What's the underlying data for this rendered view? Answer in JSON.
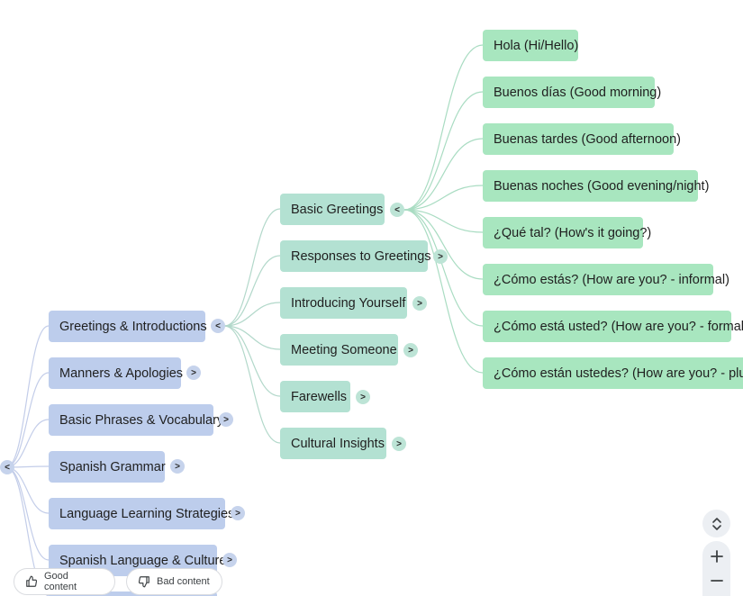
{
  "root": {
    "toggle": "<"
  },
  "level1": [
    {
      "label": "Greetings & Introductions",
      "toggle": "<"
    },
    {
      "label": "Manners & Apologies",
      "toggle": ">"
    },
    {
      "label": "Basic Phrases & Vocabulary",
      "toggle": ">"
    },
    {
      "label": "Spanish Grammar",
      "toggle": ">"
    },
    {
      "label": "Language Learning Strategies",
      "toggle": ">"
    },
    {
      "label": "Spanish Language & Culture",
      "toggle": ">"
    }
  ],
  "level2": [
    {
      "label": "Basic Greetings",
      "toggle": "<"
    },
    {
      "label": "Responses to Greetings",
      "toggle": ">"
    },
    {
      "label": "Introducing Yourself",
      "toggle": ">"
    },
    {
      "label": "Meeting Someone",
      "toggle": ">"
    },
    {
      "label": "Farewells",
      "toggle": ">"
    },
    {
      "label": "Cultural Insights",
      "toggle": ">"
    }
  ],
  "level3": [
    {
      "label": "Hola (Hi/Hello)"
    },
    {
      "label": "Buenos días (Good morning)"
    },
    {
      "label": "Buenas tardes (Good afternoon)"
    },
    {
      "label": "Buenas noches (Good evening/night)"
    },
    {
      "label": "¿Qué tal? (How's it going?)"
    },
    {
      "label": "¿Cómo estás? (How are you? - informal)"
    },
    {
      "label": "¿Cómo está usted? (How are you? - formal)"
    },
    {
      "label": "¿Cómo están ustedes? (How are you? - plural fo"
    }
  ],
  "feedback": {
    "good_label": "Good content",
    "bad_label": "Bad content"
  },
  "colors": {
    "level1_node": "#bdcdec",
    "level2_node": "#b3e1d2",
    "level3_node": "#a8e6bf",
    "level1_link": "#c3cde9",
    "level2_link": "#b2d8ca",
    "level3_link": "#a9dcc2"
  },
  "icons": {
    "good": "thumbs-up-icon",
    "bad": "thumbs-down-icon",
    "fit": "expand-collapse-icon",
    "zoom_in": "plus-icon",
    "zoom_out": "minus-icon"
  }
}
